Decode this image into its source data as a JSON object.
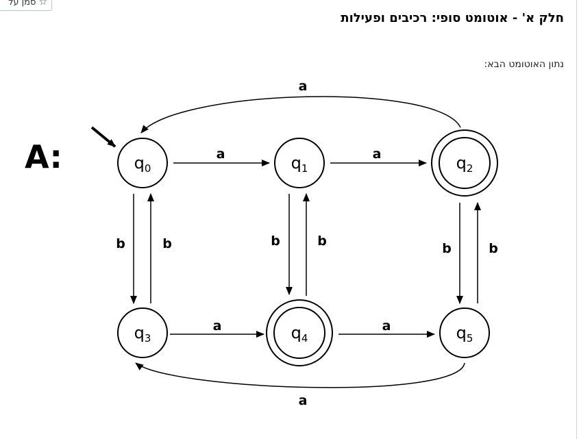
{
  "header": {
    "flag_label": "סמן על",
    "title": "חלק א' - אוטומט סופי: רכיבים ופעילות",
    "prompt": "נתון האוטומט הבא:"
  },
  "automaton": {
    "name": "A:",
    "start_state": "q0",
    "states": [
      {
        "id": "q0",
        "base": "q",
        "sub": "0",
        "accepting": false
      },
      {
        "id": "q1",
        "base": "q",
        "sub": "1",
        "accepting": false
      },
      {
        "id": "q2",
        "base": "q",
        "sub": "2",
        "accepting": true
      },
      {
        "id": "q3",
        "base": "q",
        "sub": "3",
        "accepting": false
      },
      {
        "id": "q4",
        "base": "q",
        "sub": "4",
        "accepting": true
      },
      {
        "id": "q5",
        "base": "q",
        "sub": "5",
        "accepting": false
      }
    ],
    "transitions": [
      {
        "from": "q0",
        "to": "q1",
        "symbol": "a"
      },
      {
        "from": "q1",
        "to": "q2",
        "symbol": "a"
      },
      {
        "from": "q2",
        "to": "q0",
        "symbol": "a"
      },
      {
        "from": "q3",
        "to": "q4",
        "symbol": "a"
      },
      {
        "from": "q4",
        "to": "q5",
        "symbol": "a"
      },
      {
        "from": "q5",
        "to": "q3",
        "symbol": "a"
      },
      {
        "from": "q0",
        "to": "q3",
        "symbol": "b"
      },
      {
        "from": "q3",
        "to": "q0",
        "symbol": "b"
      },
      {
        "from": "q1",
        "to": "q4",
        "symbol": "b"
      },
      {
        "from": "q4",
        "to": "q1",
        "symbol": "b"
      },
      {
        "from": "q2",
        "to": "q5",
        "symbol": "b"
      },
      {
        "from": "q5",
        "to": "q2",
        "symbol": "b"
      }
    ]
  }
}
